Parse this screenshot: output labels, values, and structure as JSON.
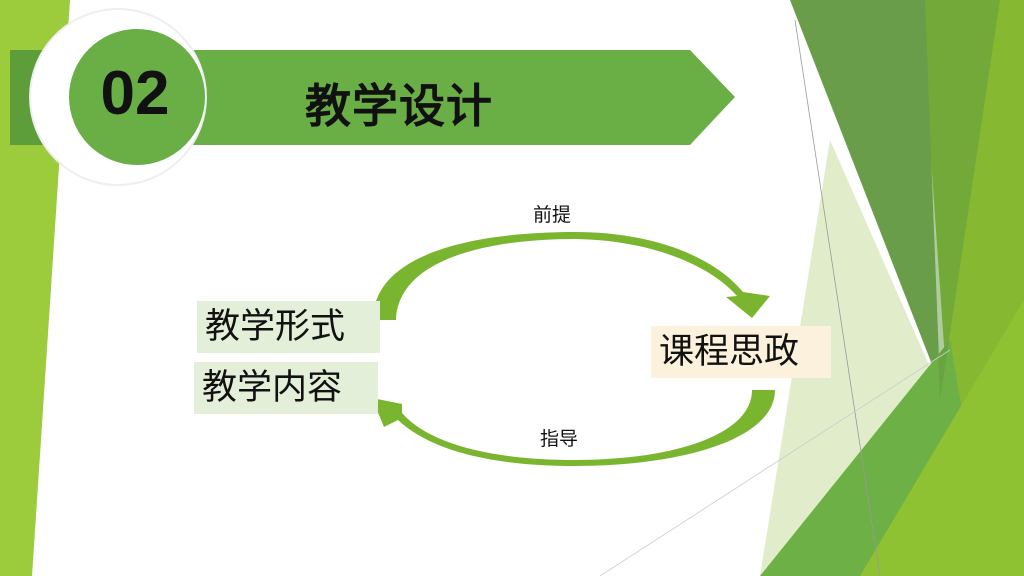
{
  "header": {
    "number": "02",
    "title": "教学设计"
  },
  "diagram": {
    "left_top": "教学形式",
    "left_bottom": "教学内容",
    "right": "课程思政",
    "top_label": "前提",
    "bottom_label": "指导"
  },
  "colors": {
    "banner": "#6aaf45",
    "accent_light": "#8cc63f",
    "box_green": "#e3efd8",
    "box_cream": "#fbf1dc"
  }
}
